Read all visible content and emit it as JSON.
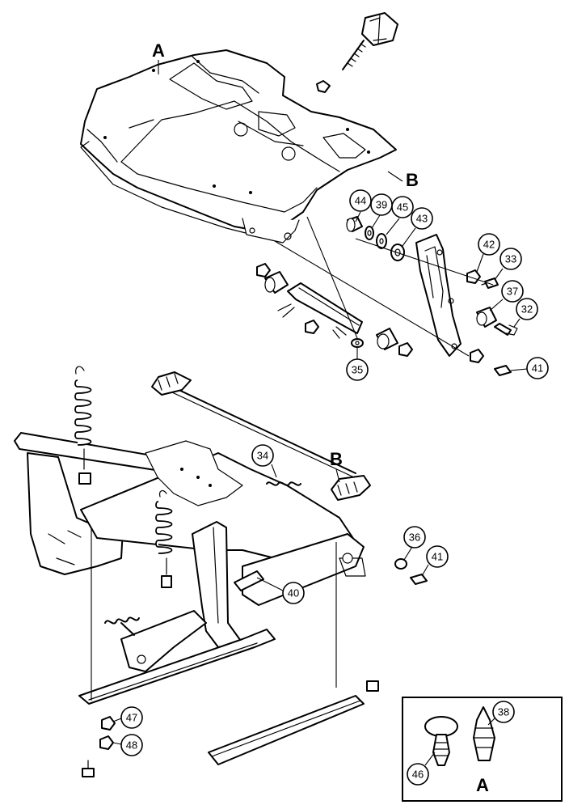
{
  "letters": [
    "A",
    "B",
    "B",
    "A"
  ],
  "callouts": [
    "44",
    "39",
    "45",
    "43",
    "42",
    "33",
    "37",
    "32",
    "41",
    "35",
    "34",
    "36",
    "41",
    "40",
    "47",
    "48",
    "46",
    "38"
  ]
}
